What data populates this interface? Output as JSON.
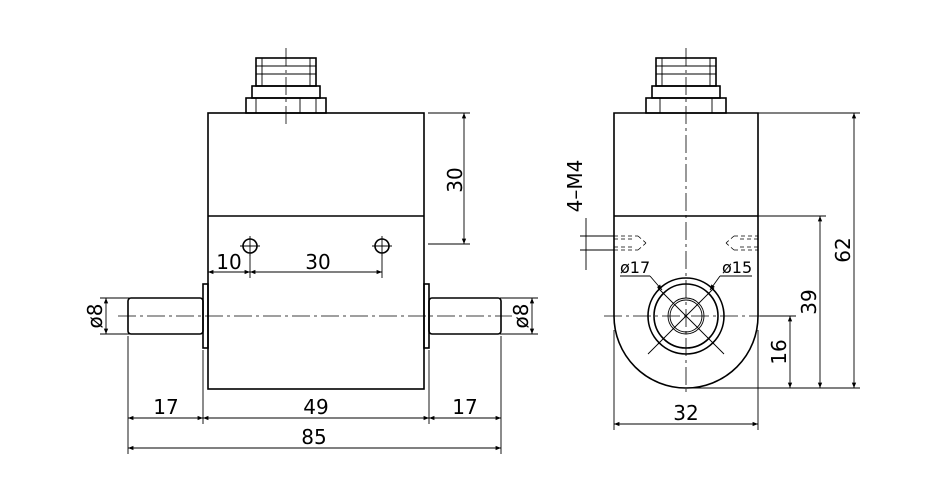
{
  "front_view": {
    "dim_height_upper": "30",
    "dim_hole_offset": "10",
    "dim_hole_spacing": "30",
    "dim_shaft_dia_left": "ø8",
    "dim_shaft_dia_right": "ø8",
    "dim_shaft_left_len": "17",
    "dim_body_len": "49",
    "dim_shaft_right_len": "17",
    "dim_total_len": "85"
  },
  "side_view": {
    "thread_spec": "4–M4",
    "dim_dia_17": "ø17",
    "dim_dia_15": "ø15",
    "dim_width": "32",
    "dim_axis_height": "16",
    "dim_39": "39",
    "dim_total_height": "62"
  }
}
